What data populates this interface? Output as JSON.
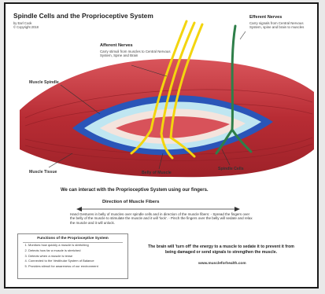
{
  "title": "Spindle Cells and the Proprioceptive System",
  "author": "by Earl Cook",
  "copyright": "© Copyright 2018",
  "afferent": {
    "title": "Afferent Nerves",
    "desc": "Carry stimuli from muscles to Central Nervous System, Spine and Brain"
  },
  "efferent": {
    "title": "Efferent Nerves",
    "desc": "Carry signals from Central Nervous System, spine and brain to muscles"
  },
  "labels": {
    "muscle_spindle": "Muscle Spindle",
    "muscle_tissue": "Muscle Tissue",
    "belly_of_muscle": "Belly of Muscle",
    "spindle_cells": "Spindle Cells"
  },
  "interact": "We can interact with the Proprioceptive System using our fingers.",
  "direction": "Direction of Muscle Fibers",
  "hand_text": "Hand Gestures in belly of muscles over spindle cells and in direction of the muscle fibers: - Spread the fingers over the belly of the muscle to stimulate the muscle and it will 'lock'. - Pinch the fingers over the belly will sedate and relax the muscle and it will unlock.",
  "functions": {
    "title": "Functions of the Proprioceptive System",
    "items": [
      "Monitors how quickly a muscle is stretching",
      "Detects how far a muscle is stretched",
      "Detects when a muscle is tense",
      "Connected to the Vestibular System of Balance",
      "Provides stimuli for awareness of our environment"
    ]
  },
  "brain_text": "The brain will 'turn off' the energy to a muscle to sedate it to prevent it from being damaged or send signals to strengthen the muscle.",
  "website": "www.muscleforhealth.com",
  "colors": {
    "muscle": "#c8383f",
    "tendon": "#f1e3dc",
    "spindle_blue": "#2a55b8",
    "spindle_light": "#bfe6f1",
    "afferent": "#f3d50f",
    "efferent": "#2e7f49"
  }
}
